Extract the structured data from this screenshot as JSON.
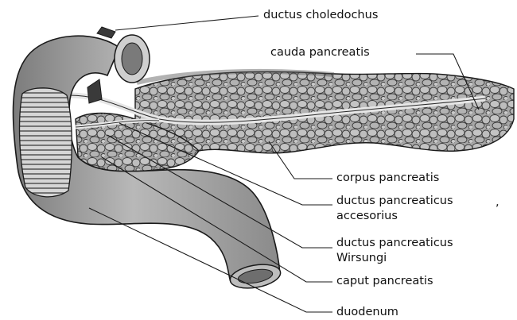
{
  "labels": {
    "ductus_choledochus": "ductus choledochus",
    "cauda_pancreatis": "cauda pancreatis",
    "corpus_pancreatis": "corpus pancreatis",
    "ductus_pancreaticus_accesorius": [
      "ductus pancreaticus",
      "accesorius"
    ],
    "ductus_pancreaticus_wirsungi": [
      "ductus pancreaticus",
      "Wirsungi"
    ],
    "caput_pancreatis": "caput pancreatis",
    "duodenum": "duodenum",
    "stray_mark": ","
  },
  "colors": {
    "background": "#ffffff",
    "organ_fill": "#9a9a9a",
    "organ_dark": "#4a4a4a",
    "lobule_fill": "#b5b5b5",
    "outline": "#1a1a1a"
  }
}
